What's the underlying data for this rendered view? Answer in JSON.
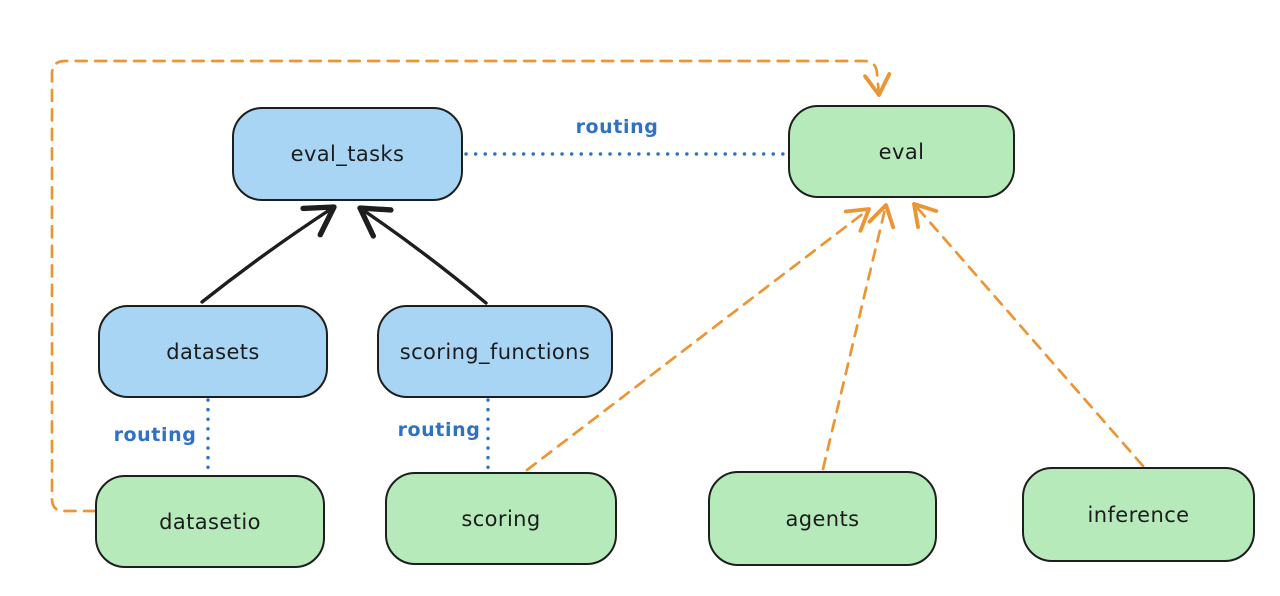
{
  "diagram": {
    "nodes": [
      {
        "id": "eval_tasks",
        "label": "eval_tasks",
        "color": "blue"
      },
      {
        "id": "eval",
        "label": "eval",
        "color": "green"
      },
      {
        "id": "datasets",
        "label": "datasets",
        "color": "blue"
      },
      {
        "id": "scoring_functions",
        "label": "scoring_functions",
        "color": "blue"
      },
      {
        "id": "datasetio",
        "label": "datasetio",
        "color": "green"
      },
      {
        "id": "scoring",
        "label": "scoring",
        "color": "green"
      },
      {
        "id": "agents",
        "label": "agents",
        "color": "green"
      },
      {
        "id": "inference",
        "label": "inference",
        "color": "green"
      }
    ],
    "edges": [
      {
        "from": "datasets",
        "to": "eval_tasks",
        "style": "solid",
        "color": "black",
        "label": ""
      },
      {
        "from": "scoring_functions",
        "to": "eval_tasks",
        "style": "solid",
        "color": "black",
        "label": ""
      },
      {
        "from": "eval_tasks",
        "to": "eval",
        "style": "dotted",
        "color": "blue",
        "label": "routing"
      },
      {
        "from": "datasets",
        "to": "datasetio",
        "style": "dotted",
        "color": "blue",
        "label": "routing"
      },
      {
        "from": "scoring_functions",
        "to": "scoring",
        "style": "dotted",
        "color": "blue",
        "label": "routing"
      },
      {
        "from": "datasetio",
        "to": "eval",
        "style": "dashed",
        "color": "orange",
        "label": ""
      },
      {
        "from": "scoring",
        "to": "eval",
        "style": "dashed",
        "color": "orange",
        "label": ""
      },
      {
        "from": "agents",
        "to": "eval",
        "style": "dashed",
        "color": "orange",
        "label": ""
      },
      {
        "from": "inference",
        "to": "eval",
        "style": "dashed",
        "color": "orange",
        "label": ""
      }
    ],
    "colors": {
      "background": "#ffffff",
      "blue_node_fill": "#a9d5f5",
      "green_node_fill": "#b7eabb",
      "node_stroke": "#1e1e1e",
      "routing_blue": "#2f72c4",
      "provider_orange": "#eb9534",
      "solid_arrow_black": "#1e1e1e"
    }
  }
}
